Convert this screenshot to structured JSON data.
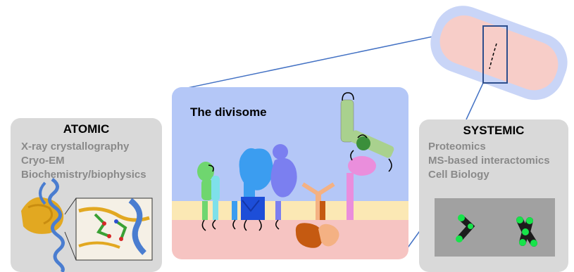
{
  "atomic": {
    "title": "ATOMIC",
    "methods": [
      "X-ray crystallography",
      "Cryo-EM",
      "Biochemistry/biophysics"
    ]
  },
  "divisome": {
    "label": "The divisome"
  },
  "systemic": {
    "title": "SYSTEMIC",
    "methods": [
      "Proteomics",
      "MS-based interactomics",
      "Cell Biology"
    ]
  },
  "colors": {
    "panel_gray": "#d9d9d9",
    "divisome_top": "#b4c7f7",
    "membrane": "#fbe8b4",
    "cytoplasm": "#f6c4c2",
    "connector_blue": "#4472c4",
    "text_gray": "#8a8a8a"
  }
}
